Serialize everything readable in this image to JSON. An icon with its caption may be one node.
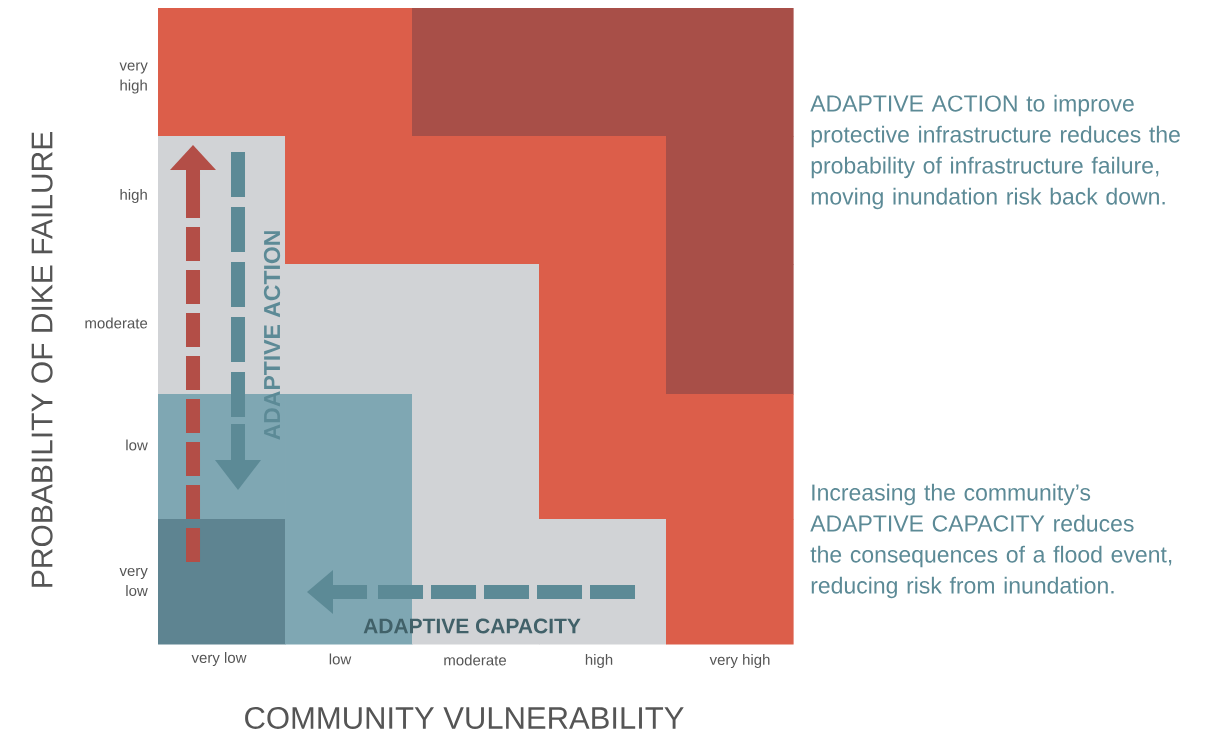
{
  "diagram": {
    "labels": [
      "PROBABILITY OF DIKE FAILURE",
      "very high",
      "high",
      "moderate",
      "low",
      "very low",
      "ADAPTIVE ACTION",
      "ADAPTIVE CAPACITY",
      "very low",
      "low",
      "moderate",
      "high",
      "very high",
      "COMMUNITY VULNERABILITY",
      "ADAPTIVE ACTION to improve protective infrastructure reduces the probability of infrastructure failure, moving inundation risk back down.",
      "Increasing the community’s ADAPTIVE CAPACITY reduces the consequences of a flood event, reducing risk from inundation."
    ]
  }
}
